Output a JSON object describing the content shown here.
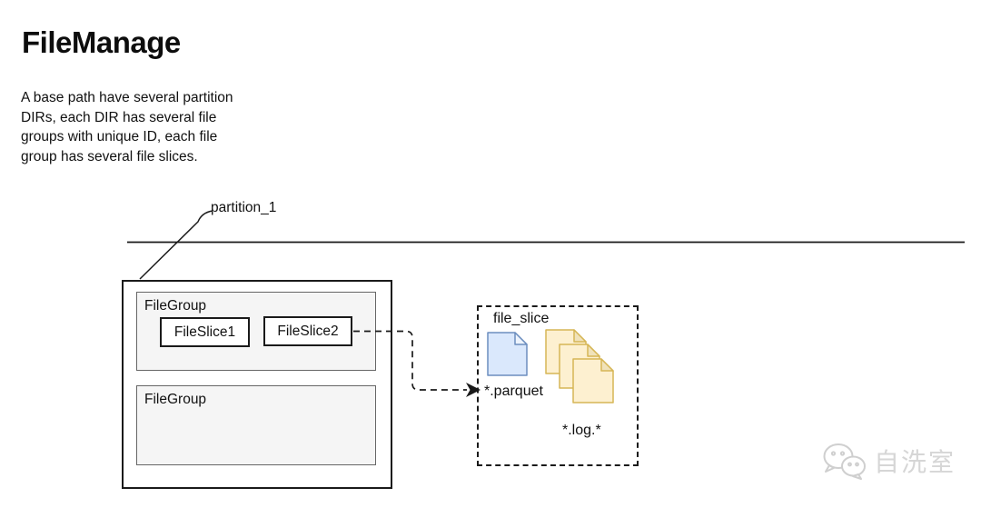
{
  "title": "FileManage",
  "description_lines": [
    "A base path have several partition",
    "DIRs, each DIR has several file",
    "groups with unique ID, each file",
    "group has several file slices."
  ],
  "partition_label": "partition_1",
  "file_groups": [
    {
      "label": "FileGroup",
      "slices": [
        "FileSlice1",
        "FileSlice2"
      ]
    },
    {
      "label": "FileGroup",
      "slices": []
    }
  ],
  "file_slice_box": {
    "label": "file_slice",
    "parquet_label": "*.parquet",
    "log_label": "*.log.*"
  },
  "icons": {
    "parquet_file": "blue-document-icon",
    "log_files": "yellow-document-stack-icon",
    "watermark_logo": "wechat-chat-bubbles-icon"
  },
  "watermark": {
    "text": "自洗室"
  },
  "colors": {
    "parquet_fill": "#dae8fc",
    "parquet_stroke": "#6c8ebf",
    "parquet_fold": "#eef4fd",
    "log_fill": "#fdf0d0",
    "log_stroke": "#d6b656",
    "log_fold": "#f0e2ba",
    "group_fill": "#f5f5f5",
    "group_border": "#666666",
    "line": "#1a1a1a",
    "watermark": "#d6d6d6"
  }
}
